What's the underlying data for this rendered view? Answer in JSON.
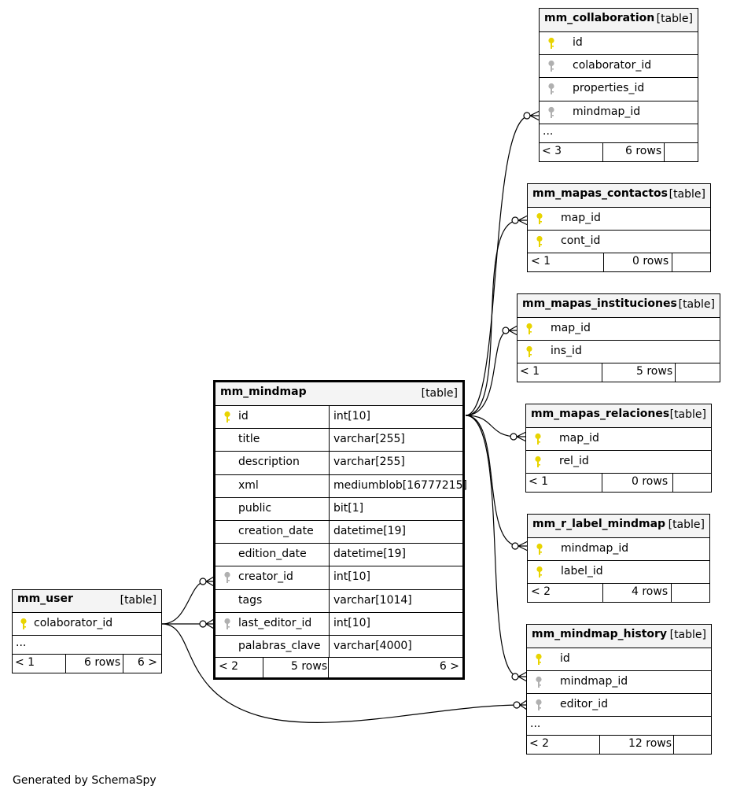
{
  "colors": {
    "primary_key": "#e8d400",
    "foreign_key": "#b0b0b0",
    "header_bg": "#f4f4f4"
  },
  "table_tag": "[table]",
  "ellipsis": "...",
  "footer": "Generated by SchemaSpy",
  "tables": {
    "mm_mindmap": {
      "name": "mm_mindmap",
      "columns": [
        {
          "name": "id",
          "type": "int[10]",
          "key": "pk"
        },
        {
          "name": "title",
          "type": "varchar[255]",
          "key": ""
        },
        {
          "name": "description",
          "type": "varchar[255]",
          "key": ""
        },
        {
          "name": "xml",
          "type": "mediumblob[16777215]",
          "key": ""
        },
        {
          "name": "public",
          "type": "bit[1]",
          "key": ""
        },
        {
          "name": "creation_date",
          "type": "datetime[19]",
          "key": ""
        },
        {
          "name": "edition_date",
          "type": "datetime[19]",
          "key": ""
        },
        {
          "name": "creator_id",
          "type": "int[10]",
          "key": "fk"
        },
        {
          "name": "tags",
          "type": "varchar[1014]",
          "key": ""
        },
        {
          "name": "last_editor_id",
          "type": "int[10]",
          "key": "fk"
        },
        {
          "name": "palabras_clave",
          "type": "varchar[4000]",
          "key": ""
        }
      ],
      "stats": {
        "parents": "< 2",
        "rows": "5 rows",
        "children": "6 >"
      }
    },
    "mm_user": {
      "name": "mm_user",
      "columns": [
        {
          "name": "colaborator_id",
          "key": "pk"
        }
      ],
      "stats": {
        "parents": "< 1",
        "rows": "6 rows",
        "children": "6 >"
      }
    },
    "mm_collaboration": {
      "name": "mm_collaboration",
      "columns": [
        {
          "name": "id",
          "key": "pk"
        },
        {
          "name": "colaborator_id",
          "key": "fk"
        },
        {
          "name": "properties_id",
          "key": "fk"
        },
        {
          "name": "mindmap_id",
          "key": "fk"
        }
      ],
      "stats": {
        "parents": "< 3",
        "rows": "6 rows"
      }
    },
    "mm_mapas_contactos": {
      "name": "mm_mapas_contactos",
      "columns": [
        {
          "name": "map_id",
          "key": "pk"
        },
        {
          "name": "cont_id",
          "key": "pk"
        }
      ],
      "stats": {
        "parents": "< 1",
        "rows": "0 rows"
      }
    },
    "mm_mapas_instituciones": {
      "name": "mm_mapas_instituciones",
      "columns": [
        {
          "name": "map_id",
          "key": "pk"
        },
        {
          "name": "ins_id",
          "key": "pk"
        }
      ],
      "stats": {
        "parents": "< 1",
        "rows": "5 rows"
      }
    },
    "mm_mapas_relaciones": {
      "name": "mm_mapas_relaciones",
      "columns": [
        {
          "name": "map_id",
          "key": "pk"
        },
        {
          "name": "rel_id",
          "key": "pk"
        }
      ],
      "stats": {
        "parents": "< 1",
        "rows": "0 rows"
      }
    },
    "mm_r_label_mindmap": {
      "name": "mm_r_label_mindmap",
      "columns": [
        {
          "name": "mindmap_id",
          "key": "pk"
        },
        {
          "name": "label_id",
          "key": "pk"
        }
      ],
      "stats": {
        "parents": "< 2",
        "rows": "4 rows"
      }
    },
    "mm_mindmap_history": {
      "name": "mm_mindmap_history",
      "columns": [
        {
          "name": "id",
          "key": "pk"
        },
        {
          "name": "mindmap_id",
          "key": "fk"
        },
        {
          "name": "editor_id",
          "key": "fk"
        }
      ],
      "stats": {
        "parents": "< 2",
        "rows": "12 rows"
      }
    }
  }
}
